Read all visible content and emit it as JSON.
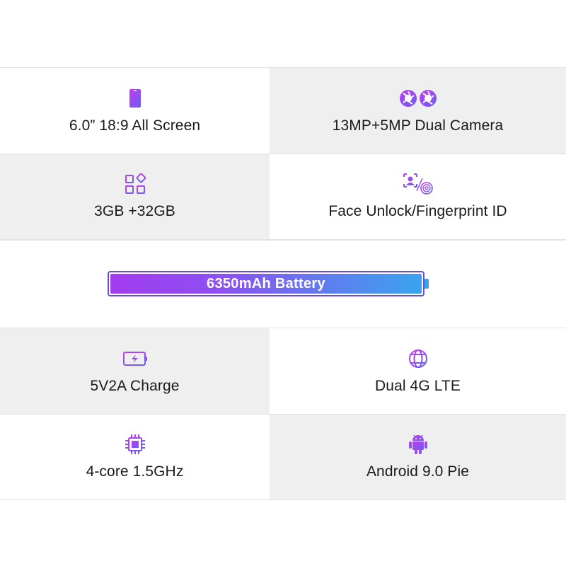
{
  "features_top": [
    {
      "label": "6.0” 18:9 All Screen",
      "icon": "phone-screen-icon"
    },
    {
      "label": "13MP+5MP Dual Camera",
      "icon": "dual-camera-icon"
    },
    {
      "label": "3GB +32GB",
      "icon": "memory-storage-icon"
    },
    {
      "label": "Face Unlock/Fingerprint ID",
      "icon": "face-fingerprint-icon"
    }
  ],
  "battery": {
    "label": "6350mAh Battery",
    "level": 1.0
  },
  "features_bottom": [
    {
      "label": "5V2A Charge",
      "icon": "charge-icon"
    },
    {
      "label": "Dual 4G LTE",
      "icon": "globe-icon"
    },
    {
      "label": "4-core 1.5GHz",
      "icon": "cpu-chip-icon"
    },
    {
      "label": "Android 9.0 Pie",
      "icon": "android-icon"
    }
  ],
  "colors": {
    "icon_gradient_start": "#b63cf0",
    "icon_gradient_end": "#6a5ff0",
    "battery_start": "#a23cf0",
    "battery_end": "#3aa3ef"
  }
}
